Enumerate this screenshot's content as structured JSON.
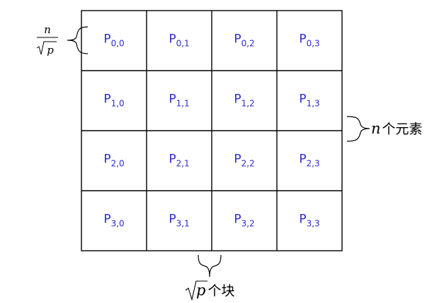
{
  "grid": {
    "cells": [
      [
        {
          "base": "P",
          "sub": "0,0"
        },
        {
          "base": "P",
          "sub": "0,1"
        },
        {
          "base": "P",
          "sub": "0,2"
        },
        {
          "base": "P",
          "sub": "0,3"
        }
      ],
      [
        {
          "base": "P",
          "sub": "1,0"
        },
        {
          "base": "P",
          "sub": "1,1"
        },
        {
          "base": "P",
          "sub": "1,2"
        },
        {
          "base": "P",
          "sub": "1,3"
        }
      ],
      [
        {
          "base": "P",
          "sub": "2,0"
        },
        {
          "base": "P",
          "sub": "2,1"
        },
        {
          "base": "P",
          "sub": "2,2"
        },
        {
          "base": "P",
          "sub": "2,3"
        }
      ],
      [
        {
          "base": "P",
          "sub": "3,0"
        },
        {
          "base": "P",
          "sub": "3,1"
        },
        {
          "base": "P",
          "sub": "3,2"
        },
        {
          "base": "P",
          "sub": "3,3"
        }
      ]
    ],
    "label_color": "#2b2bd1",
    "line_color": "#000000"
  },
  "annotations": {
    "block_size": {
      "numerator": "n",
      "denominator": "p"
    },
    "total_elements": {
      "var": "n",
      "text": "个元素"
    },
    "blocks_count": {
      "var": "p",
      "text": "个块"
    }
  }
}
